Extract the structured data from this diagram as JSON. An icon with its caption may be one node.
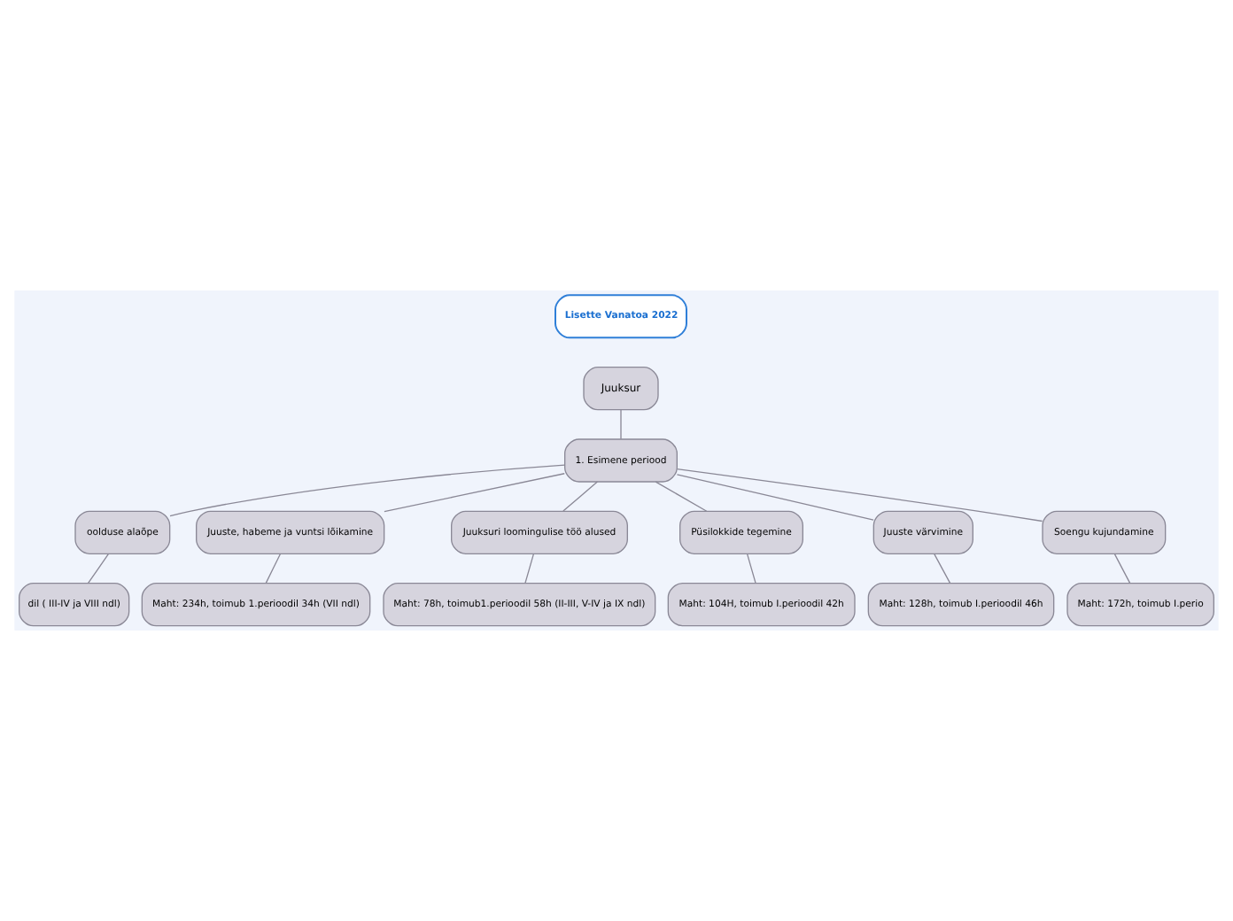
{
  "diagram": {
    "nodes": [
      {
        "text": [
          "Lisette Vanatoa 2022"
        ]
      },
      {
        "text": [
          "Juuksur"
        ]
      },
      {
        "text": [
          "1. Esimene periood"
        ]
      },
      {
        "text": [
          "oolduse alaõpe"
        ]
      },
      {
        "text": [
          "Juuste, habeme ja vuntsi lõikamine"
        ]
      },
      {
        "text": [
          "Juuksuri loomingulise töö alused"
        ]
      },
      {
        "text": [
          "Püsilokkide tegemine"
        ]
      },
      {
        "text": [
          "Juuste värvimine"
        ]
      },
      {
        "text": [
          "Soengu kujundamine"
        ]
      },
      {
        "text": [
          "dil ( III-IV ja VIII ndl)"
        ]
      },
      {
        "text": [
          "Maht: 234h, toimub 1.perioodil 34h (VII ndl)"
        ]
      },
      {
        "text": [
          "Maht: 78h, toimub1.perioodil 58h (II-III, V-IV ja IX ndl)"
        ]
      },
      {
        "text": [
          "Maht: 104H, toimub I.perioodil 42h"
        ]
      },
      {
        "text": [
          "Maht: 128h, toimub I.perioodil 46h"
        ]
      },
      {
        "text": [
          "Maht: 172h, toimub I.perio"
        ]
      }
    ],
    "edges": [
      {
        "from": 1,
        "to": 2,
        "arrow": "none"
      },
      {
        "from": 2,
        "to": 3,
        "arrow": "none"
      },
      {
        "from": 2,
        "to": 4,
        "arrow": "none"
      },
      {
        "from": 2,
        "to": 5,
        "arrow": "none"
      },
      {
        "from": 2,
        "to": 6,
        "arrow": "none"
      },
      {
        "from": 2,
        "to": 7,
        "arrow": "none"
      },
      {
        "from": 2,
        "to": 8,
        "arrow": "none"
      },
      {
        "from": 3,
        "to": 9,
        "arrow": "none"
      },
      {
        "from": 4,
        "to": 10,
        "arrow": "none"
      },
      {
        "from": 5,
        "to": 11,
        "arrow": "none"
      },
      {
        "from": 6,
        "to": 12,
        "arrow": "none"
      },
      {
        "from": 7,
        "to": 13,
        "arrow": "none"
      },
      {
        "from": 8,
        "to": 14,
        "arrow": "none"
      }
    ]
  }
}
